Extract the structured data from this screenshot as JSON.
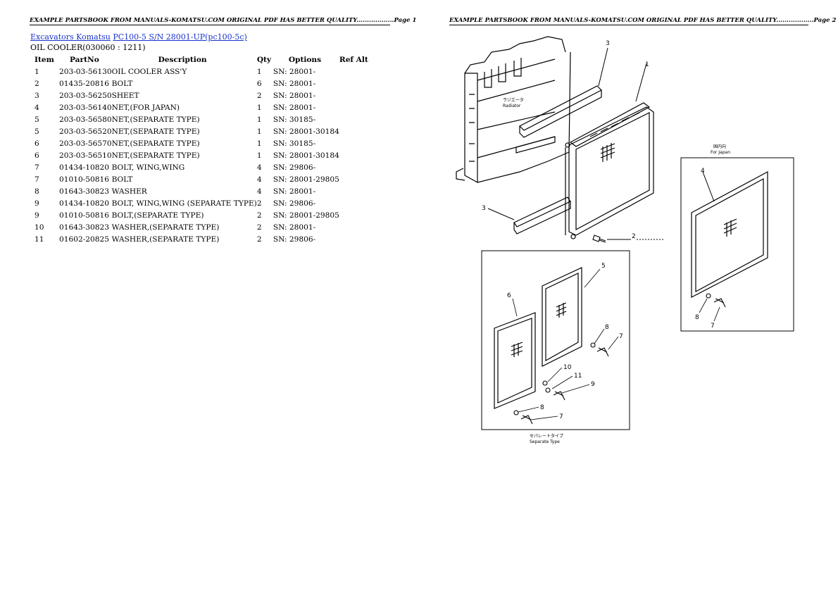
{
  "header": {
    "page1": "EXAMPLE PARTSBOOK FROM MANUALS-KOMATSU.COM ORIGINAL PDF HAS BETTER QUALITY..................Page 1",
    "page2": "EXAMPLE PARTSBOOK FROM MANUALS-KOMATSU.COM ORIGINAL PDF HAS BETTER QUALITY..................Page 2"
  },
  "breadcrumb": {
    "link1": "Excavators Komatsu",
    "link2": "PC100-5 S/N 28001-UP(pc100-5c)"
  },
  "section_title": "OIL COOLER(030060 : 1211)",
  "table": {
    "headers": {
      "item": "Item",
      "partno": "PartNo",
      "description": "Description",
      "qty": "Qty",
      "options": "Options",
      "refalt": "Ref Alt"
    },
    "rows": [
      {
        "item": "1",
        "partno": "203-03-56130",
        "description": "OIL COOLER ASS'Y",
        "qty": "1",
        "options": "SN: 28001-"
      },
      {
        "item": "2",
        "partno": "01435-20816",
        "description": "BOLT",
        "qty": "6",
        "options": "SN: 28001-"
      },
      {
        "item": "3",
        "partno": "203-03-56250",
        "description": "SHEET",
        "qty": "2",
        "options": "SN: 28001-"
      },
      {
        "item": "4",
        "partno": "203-03-56140",
        "description": "NET,(FOR JAPAN)",
        "qty": "1",
        "options": "SN: 28001-"
      },
      {
        "item": "5",
        "partno": "203-03-56580",
        "description": "NET,(SEPARATE TYPE)",
        "qty": "1",
        "options": "SN: 30185-"
      },
      {
        "item": "5",
        "partno": "203-03-56520",
        "description": "NET,(SEPARATE TYPE)",
        "qty": "1",
        "options": "SN: 28001-30184"
      },
      {
        "item": "6",
        "partno": "203-03-56570",
        "description": "NET,(SEPARATE TYPE)",
        "qty": "1",
        "options": "SN: 30185-"
      },
      {
        "item": "6",
        "partno": "203-03-56510",
        "description": "NET,(SEPARATE TYPE)",
        "qty": "1",
        "options": "SN: 28001-30184"
      },
      {
        "item": "7",
        "partno": "01434-10820",
        "description": "BOLT, WING,WING",
        "qty": "4",
        "options": "SN: 29806-"
      },
      {
        "item": "7",
        "partno": "01010-50816",
        "description": "BOLT",
        "qty": "4",
        "options": "SN: 28001-29805"
      },
      {
        "item": "8",
        "partno": "01643-30823",
        "description": "WASHER",
        "qty": "4",
        "options": "SN: 28001-"
      },
      {
        "item": "9",
        "partno": "01434-10820",
        "description": "BOLT, WING,WING (SEPARATE TYPE)",
        "qty": "2",
        "options": "SN: 29806-"
      },
      {
        "item": "9",
        "partno": "01010-50816",
        "description": "BOLT,(SEPARATE TYPE)",
        "qty": "2",
        "options": "SN: 28001-29805"
      },
      {
        "item": "10",
        "partno": "01643-30823",
        "description": "WASHER,(SEPARATE TYPE)",
        "qty": "2",
        "options": "SN: 28001-"
      },
      {
        "item": "11",
        "partno": "01602-20825",
        "description": "WASHER,(SEPARATE TYPE)",
        "qty": "2",
        "options": "SN: 29806-"
      }
    ]
  },
  "diagram": {
    "callouts": [
      "3",
      "1",
      "3",
      "2",
      "4",
      "5",
      "6",
      "7",
      "8",
      "10",
      "11",
      "9",
      "8",
      "7",
      "8",
      "7"
    ],
    "labels": {
      "radiator_jp": "ラジエータ",
      "radiator": "Radiator",
      "for_japan_jp": "国内向",
      "for_japan": "For Japan",
      "separate_jp": "セパレートタイプ",
      "separate": "Separate Type"
    }
  }
}
